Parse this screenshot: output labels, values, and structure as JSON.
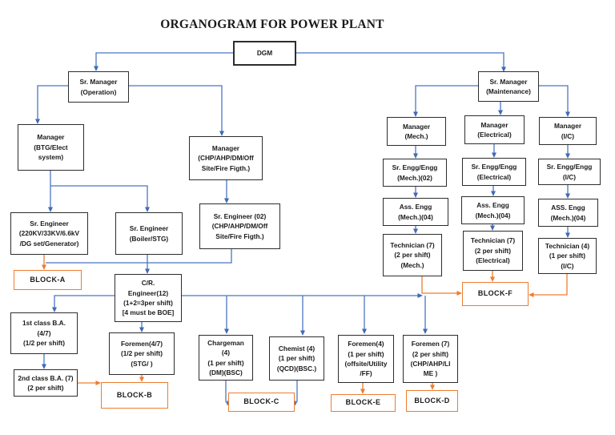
{
  "title": "ORGANOGRAM FOR POWER PLANT",
  "colors": {
    "connector_blue": "#4a76c4",
    "connector_orange": "#ED7D31",
    "node_border": "#2d2d2d",
    "block_border": "#ED7D31",
    "background": "#ffffff"
  },
  "nodes": {
    "dgm": "DGM",
    "sr_mgr_operation": "Sr. Manager\n(Operation)",
    "sr_mgr_maintenance": "Sr. Manager\n(Maintenance)",
    "mgr_btg": "Manager\n(BTG/Elect\nsystem)",
    "mgr_chp": "Manager\n(CHP/AHP/DM/Off\nSite/Fire Figth.)",
    "mgr_mech": "Manager\n(Mech.)",
    "mgr_electrical": "Manager\n(Electrical)",
    "mgr_ic": "Manager\n(I/C)",
    "sr_engineer_220": "Sr. Engineer\n(220KV/33KV/6.6kV\n/DG set/Generator)",
    "sr_engineer_boiler": "Sr. Engineer\n(Boiler/STG)",
    "sr_engineer_02": "Sr. Engineer (02)\n(CHP/AHP/DM/Off\nSite/Fire Figth.)",
    "sr_engg_mech": "Sr. Engg/Engg\n(Mech.)(02)",
    "sr_engg_electrical": "Sr. Engg/Engg\n(Electrical)",
    "sr_engg_ic": "Sr. Engg/Engg\n(I/C)",
    "ass_engg_mech": "Ass. Engg\n(Mech.)(04)",
    "ass_engg_electrical": "Ass. Engg\n(Mech.)(04)",
    "ass_engg_ic": "ASS. Engg\n(Mech.)(04)",
    "technician_mech": "Technician (7)\n(2 per shift)\n(Mech.)",
    "technician_electrical": "Technician (7)\n(2 per shift)\n(Electrical)",
    "technician_ic": "Technician (4)\n(1 per shift)\n(I/C)",
    "cr_engineer": "C/R.\nEngineer(12)\n(1+2=3per shift)\n[4 must be BOE]",
    "first_class_ba": "1st class B.A.\n(4/7)\n(1/2 per shift)",
    "second_class_ba": "2nd class B.A. (7)\n(2 per shift)",
    "foremen_stg": "Foremen(4/7)\n(1/2 per shift)\n(STG/ )",
    "chargeman": "Chargeman\n(4)\n(1 per shift)\n(DM)(BSC)",
    "chemist": "Chemist (4)\n(1 per shift)\n(QCD)(BSC.)",
    "foremen_offsite": "Foremen(4)\n(1 per shift)\n(offsite/Utility\n/FF)",
    "foremen_chp": "Foremen (7)\n(2 per shift)\n(CHP/AHP/LI\nME )",
    "block_a": "BLOCK-A",
    "block_b": "BLOCK-B",
    "block_c": "BLOCK-C",
    "block_d": "BLOCK-D",
    "block_e": "BLOCK-E",
    "block_f": "BLOCK-F"
  },
  "edges": [
    {
      "from": "dgm",
      "to": "sr_mgr_operation",
      "color": "blue"
    },
    {
      "from": "dgm",
      "to": "sr_mgr_maintenance",
      "color": "blue"
    },
    {
      "from": "sr_mgr_operation",
      "to": "mgr_btg",
      "color": "blue"
    },
    {
      "from": "sr_mgr_operation",
      "to": "mgr_chp",
      "color": "blue"
    },
    {
      "from": "mgr_btg",
      "to": "sr_engineer_220",
      "color": "blue"
    },
    {
      "from": "mgr_btg",
      "to": "sr_engineer_boiler",
      "color": "blue"
    },
    {
      "from": "mgr_chp",
      "to": "sr_engineer_02",
      "color": "blue"
    },
    {
      "from": "sr_engineer_220",
      "to": "block_a",
      "color": "orange"
    },
    {
      "from": "sr_engineer_02",
      "to": "block_a",
      "color": "blue"
    },
    {
      "from": "sr_engineer_boiler",
      "to": "cr_engineer",
      "color": "blue"
    },
    {
      "from": "cr_engineer",
      "to": "first_class_ba",
      "color": "blue"
    },
    {
      "from": "first_class_ba",
      "to": "second_class_ba",
      "color": "blue"
    },
    {
      "from": "second_class_ba",
      "to": "block_b",
      "color": "orange"
    },
    {
      "from": "cr_engineer",
      "to": "foremen_stg",
      "color": "blue"
    },
    {
      "from": "foremen_stg",
      "to": "block_b",
      "color": "orange"
    },
    {
      "from": "cr_engineer",
      "to": "chargeman",
      "color": "blue"
    },
    {
      "from": "cr_engineer",
      "to": "chemist",
      "color": "blue"
    },
    {
      "from": "cr_engineer",
      "to": "foremen_offsite",
      "color": "blue"
    },
    {
      "from": "cr_engineer",
      "to": "foremen_chp",
      "color": "blue"
    },
    {
      "from": "cr_engineer",
      "to": "block_f",
      "color": "blue"
    },
    {
      "from": "chargeman",
      "to": "block_c",
      "color": "blue"
    },
    {
      "from": "chemist",
      "to": "block_c",
      "color": "blue"
    },
    {
      "from": "foremen_offsite",
      "to": "block_e",
      "color": "orange"
    },
    {
      "from": "foremen_chp",
      "to": "block_d",
      "color": "orange"
    },
    {
      "from": "sr_mgr_maintenance",
      "to": "mgr_mech",
      "color": "blue"
    },
    {
      "from": "sr_mgr_maintenance",
      "to": "mgr_electrical",
      "color": "blue"
    },
    {
      "from": "sr_mgr_maintenance",
      "to": "mgr_ic",
      "color": "blue"
    },
    {
      "from": "mgr_mech",
      "to": "sr_engg_mech",
      "color": "blue"
    },
    {
      "from": "mgr_electrical",
      "to": "sr_engg_electrical",
      "color": "blue"
    },
    {
      "from": "mgr_ic",
      "to": "sr_engg_ic",
      "color": "blue"
    },
    {
      "from": "sr_engg_mech",
      "to": "ass_engg_mech",
      "color": "blue"
    },
    {
      "from": "sr_engg_electrical",
      "to": "ass_engg_electrical",
      "color": "blue"
    },
    {
      "from": "sr_engg_ic",
      "to": "ass_engg_ic",
      "color": "blue"
    },
    {
      "from": "ass_engg_mech",
      "to": "technician_mech",
      "color": "blue"
    },
    {
      "from": "ass_engg_electrical",
      "to": "technician_electrical",
      "color": "blue"
    },
    {
      "from": "ass_engg_ic",
      "to": "technician_ic",
      "color": "blue"
    },
    {
      "from": "technician_mech",
      "to": "block_f",
      "color": "orange"
    },
    {
      "from": "technician_electrical",
      "to": "block_f",
      "color": "orange"
    },
    {
      "from": "technician_ic",
      "to": "block_f",
      "color": "orange"
    }
  ]
}
